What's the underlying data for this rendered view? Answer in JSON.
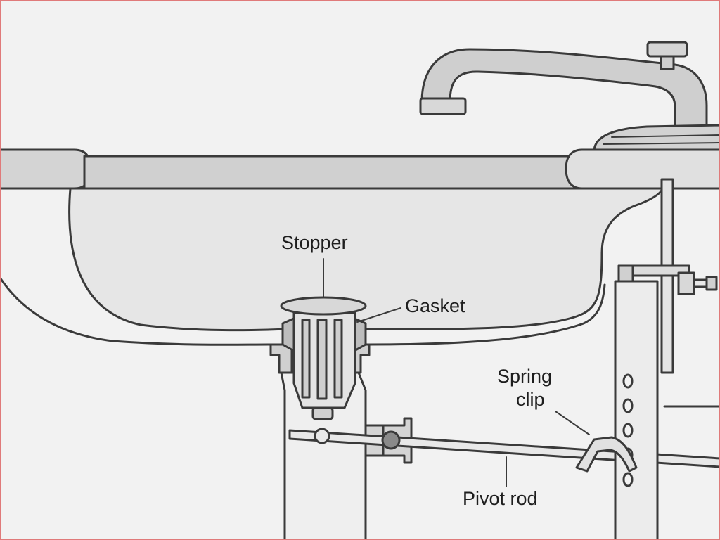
{
  "labels": {
    "stopper": "Stopper",
    "gasket": "Gasket",
    "spring_clip_line1": "Spring",
    "spring_clip_line2": "clip",
    "pivot_rod": "Pivot rod"
  },
  "colors": {
    "background": "#f2f2f2",
    "line": "#3a3a3a",
    "basin_fill": "#e6e6e6",
    "rim_fill": "#d4d4d4",
    "metal_fill": "#cfcfcf",
    "text": "#1e1e1e",
    "border": "#e07a7a"
  }
}
